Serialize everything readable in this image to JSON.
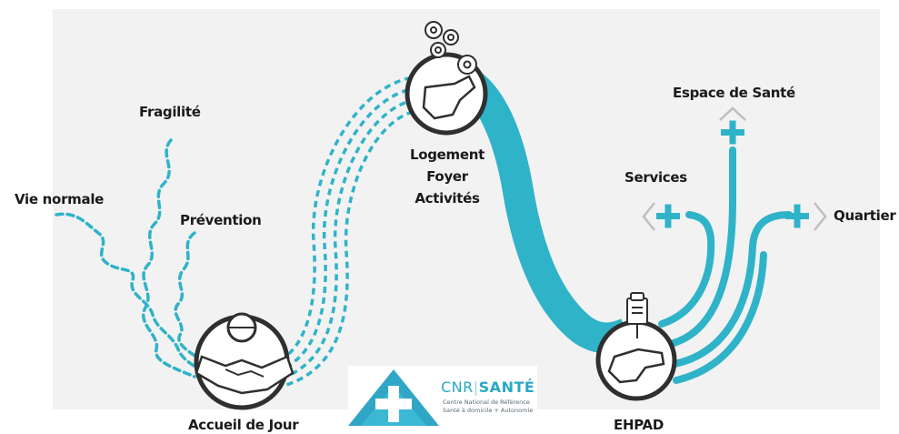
{
  "labels": {
    "vie_normale": "Vie normale",
    "fragilite": "Fragilité",
    "prevention": "Prévention",
    "accueil": "Accueil de Jour",
    "logement": "Logement",
    "foyer": "Foyer",
    "activites": "Activités",
    "services": "Services",
    "espace_sante": "Espace de Santé",
    "quartier": "Quartier",
    "ehpad": "EHPAD"
  },
  "logo": {
    "brand_left": "CNR",
    "brand_sep": "|",
    "brand_right": "SANTÉ",
    "line1": "Centre National de Référence",
    "line2": "Santé à domicile + Autonomie"
  },
  "icons": {
    "accueil": "handshake-icon",
    "logement": "hand-holding-gears-icon",
    "ehpad": "hand-holding-clipboard-icon",
    "branch": "plus-in-brackets-icon"
  },
  "colors": {
    "teal": "#2fb3c8",
    "dark": "#2f2f2f",
    "background": "#f2f2f2",
    "text": "#1a1a1a"
  }
}
